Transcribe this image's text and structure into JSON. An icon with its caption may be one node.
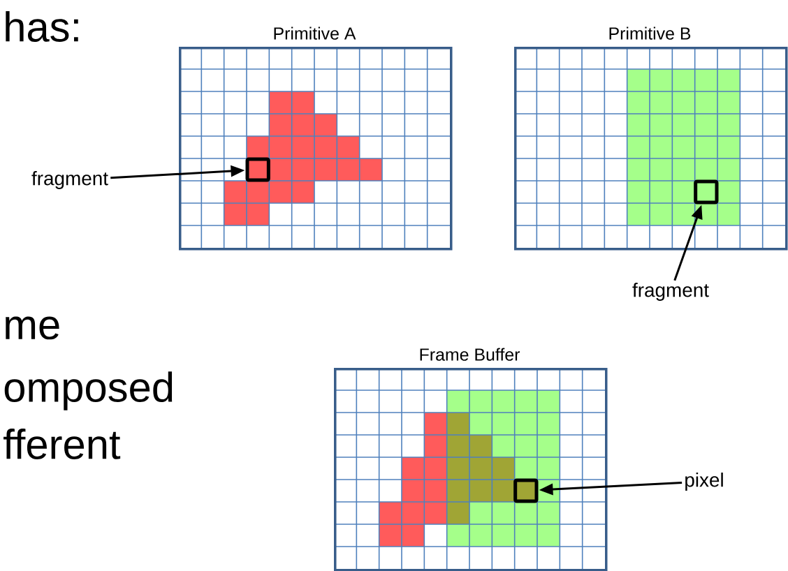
{
  "diagram": {
    "nodes": [
      {
        "text": [
          "Primitive A"
        ]
      },
      {
        "text": [],
        "shape": "box",
        "in": 0
      },
      {
        "text": [
          "Primitive B"
        ]
      },
      {
        "text": [],
        "shape": "box",
        "in": 2
      },
      {
        "text": [
          "Frame Buffer"
        ]
      },
      {
        "text": [],
        "shape": "box",
        "in": 4
      },
      {
        "text": [
          "fragment"
        ]
      },
      {
        "text": [
          "fragment"
        ]
      },
      {
        "text": [
          "pixel"
        ]
      }
    ],
    "edges": [
      {
        "from": 6,
        "to": 1,
        "arrow": "to"
      },
      {
        "from": 7,
        "to": 3,
        "arrow": "to"
      },
      {
        "from": 8,
        "to": 5,
        "arrow": "to"
      }
    ],
    "labels": [
      "has:",
      "me",
      "omposed",
      "fferent"
    ]
  }
}
